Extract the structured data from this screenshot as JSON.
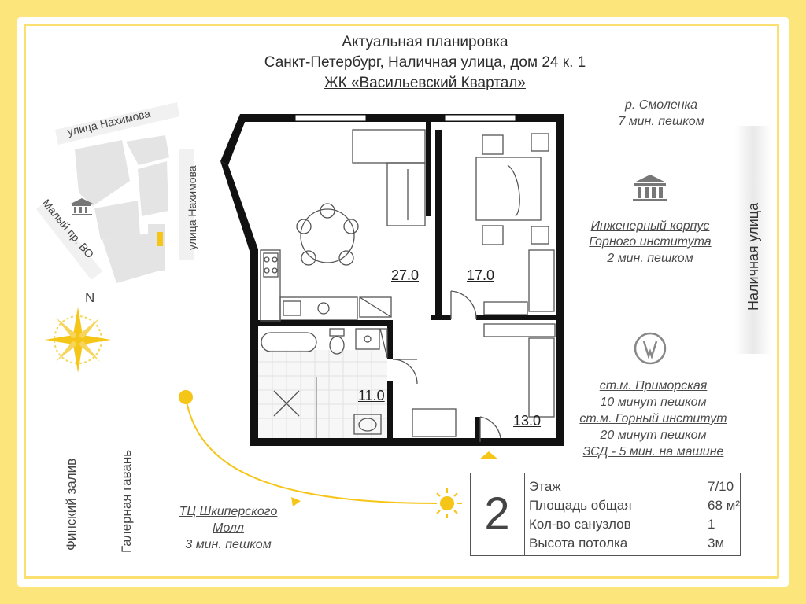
{
  "header": {
    "line1": "Актуальная планировка",
    "line2": "Санкт-Петербург, Наличная улица, дом 24 к. 1",
    "line3": "ЖК «Васильевский Квартал»"
  },
  "map_labels": {
    "street_top": "улица Нахимова",
    "street_vertical": "улица Нахимова",
    "malyi": "Малый пр. ВО",
    "compass_n": "N",
    "finskiy": "Финский залив",
    "galernaya": "Галерная гавань",
    "nalichnaya": "Наличная улица"
  },
  "rooms": {
    "living": "27.0",
    "bedroom": "17.0",
    "bath": "11.0",
    "hall": "13.0"
  },
  "landmarks": {
    "smolenka": {
      "name": "р. Смоленка",
      "time": "7 мин. пешком"
    },
    "gorny": {
      "name1": "Инженерный корпус",
      "name2": "Горного института",
      "time": "2 мин. пешком"
    },
    "metro1": {
      "name": "ст.м. Приморская",
      "time": "10 минут пешком"
    },
    "metro2": {
      "name": "ст.м. Горный институт",
      "time": "20 минут пешком"
    },
    "zsd": "ЗСД - 5 мин. на машине",
    "mall": {
      "name1": "ТЦ Шкиперского",
      "name2": "Молл",
      "time": "3 мин. пешком"
    }
  },
  "info": {
    "number": "2",
    "rows": [
      {
        "label": "Этаж",
        "value": "7/10"
      },
      {
        "label": "Площадь общая",
        "value": "68 м²"
      },
      {
        "label": "Кол-во санузлов",
        "value": "1"
      },
      {
        "label": "Высота потолка",
        "value": "3м"
      }
    ]
  },
  "colors": {
    "frame": "#fce57a",
    "accent_yellow": "#f5c518",
    "walls": "#111111",
    "tile": "#e8e8e8"
  }
}
